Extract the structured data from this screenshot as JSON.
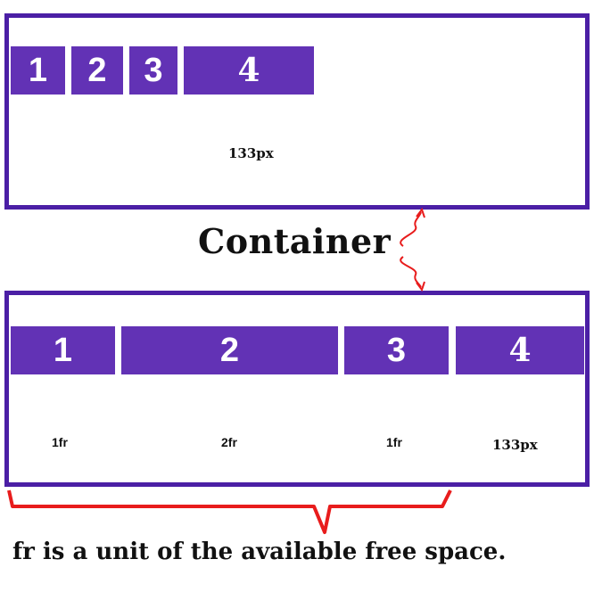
{
  "top_grid": {
    "items": [
      "1",
      "2",
      "3",
      "4"
    ],
    "size_label": "133px"
  },
  "bottom_grid": {
    "items": [
      "1",
      "2",
      "3",
      "4"
    ],
    "size_labels": [
      "1fr",
      "2fr",
      "1fr",
      "133px"
    ]
  },
  "container_label": "Container",
  "caption": "fr is a unit of the available free space.",
  "colors": {
    "border": "#4b1fa5",
    "cell": "#6232b5",
    "arrow": "#e81c1c"
  }
}
